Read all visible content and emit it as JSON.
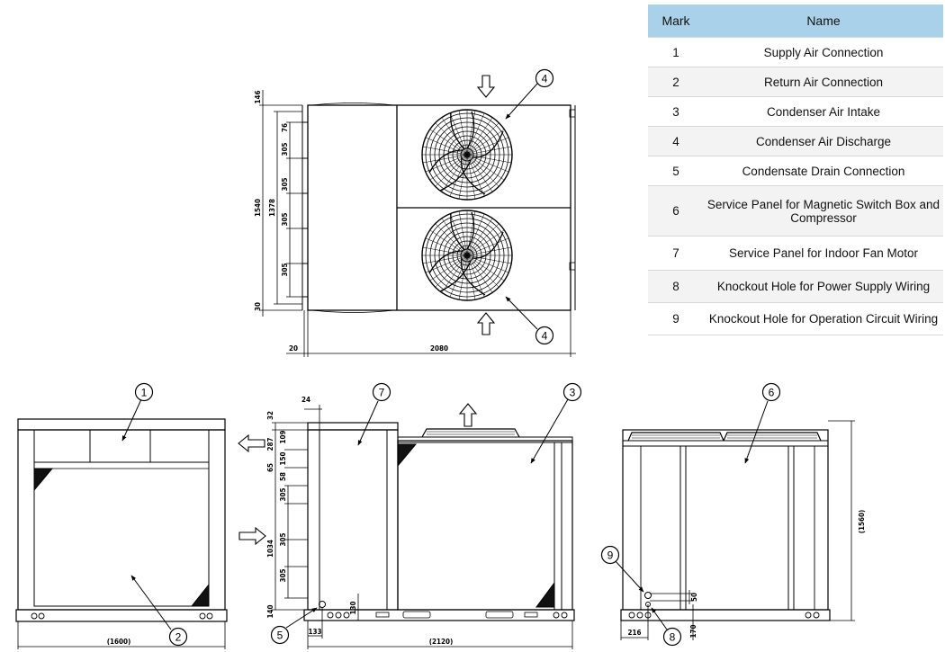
{
  "legend": {
    "headers": {
      "mark": "Mark",
      "name": "Name"
    },
    "rows": [
      {
        "mark": "1",
        "name": "Supply Air Connection"
      },
      {
        "mark": "2",
        "name": "Return Air Connection"
      },
      {
        "mark": "3",
        "name": "Condenser Air Intake"
      },
      {
        "mark": "4",
        "name": "Condenser Air Discharge"
      },
      {
        "mark": "5",
        "name": "Condensate Drain Connection"
      },
      {
        "mark": "6",
        "name": "Service Panel for Magnetic Switch Box and Compressor"
      },
      {
        "mark": "7",
        "name": "Service Panel for Indoor Fan Motor"
      },
      {
        "mark": "8",
        "name": "Knockout Hole for Power Supply Wiring"
      },
      {
        "mark": "9",
        "name": "Knockout Hole for Operation Circuit Wiring"
      }
    ]
  },
  "top_view": {
    "dims": {
      "top_offset": "146",
      "d1": "76",
      "d2": "305",
      "d3": "305",
      "d4": "305",
      "d5": "305",
      "inner_height": "1378",
      "total_height": "1540",
      "bottom_offset": "30",
      "left_offset": "20",
      "width": "2080"
    },
    "callouts": [
      "4",
      "4"
    ]
  },
  "front_view": {
    "width": "(1600)",
    "callouts": [
      "1",
      "2"
    ]
  },
  "side_view": {
    "dims": {
      "d_top": "24",
      "d32": "32",
      "d109": "109",
      "d287": "287",
      "d150": "150",
      "d65": "65",
      "d58": "58",
      "d305a": "305",
      "d305b": "305",
      "d305c": "305",
      "d1034": "1034",
      "d140": "140",
      "d130": "130",
      "d133": "133",
      "width": "(2120)"
    },
    "callouts": [
      "7",
      "3",
      "5"
    ]
  },
  "rear_view": {
    "dims": {
      "height": "(1560)",
      "d50": "50",
      "d216": "216",
      "d170": "170"
    },
    "callouts": [
      "6",
      "9",
      "8"
    ]
  }
}
